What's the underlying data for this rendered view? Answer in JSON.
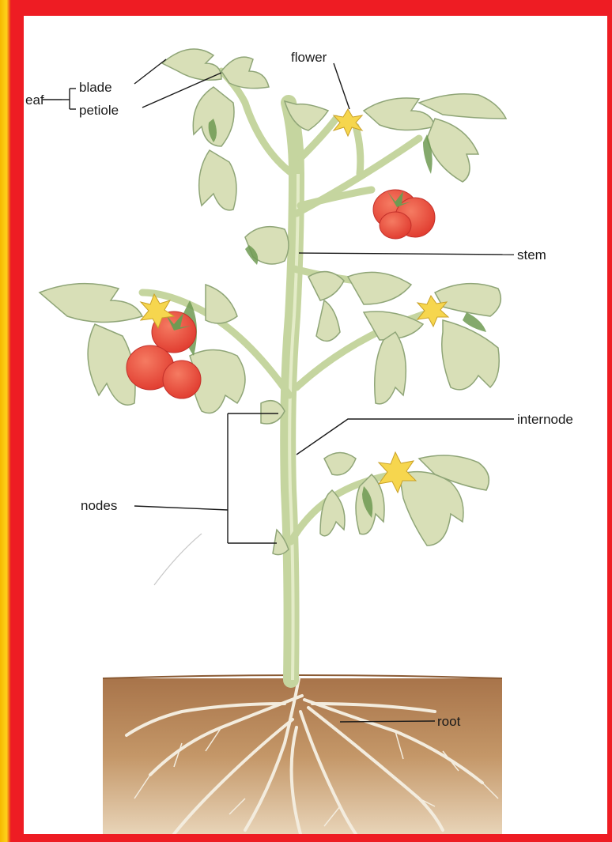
{
  "diagram": {
    "labels": {
      "leaf": "eaf",
      "blade": "blade",
      "petiole": "petiole",
      "flower": "flower",
      "stem": "stem",
      "internode": "internode",
      "nodes": "nodes",
      "root": "root"
    },
    "colors": {
      "frame": "#ee1c23",
      "frame_accent": "#ffd21a",
      "leaf": "#d9dfb8",
      "leaf_dark": "#6f9a52",
      "stem": "#c9d8a4",
      "tomato": "#e9463a",
      "flower": "#f4d24a",
      "soil": "#b98757",
      "root": "#f0e8d8"
    }
  }
}
